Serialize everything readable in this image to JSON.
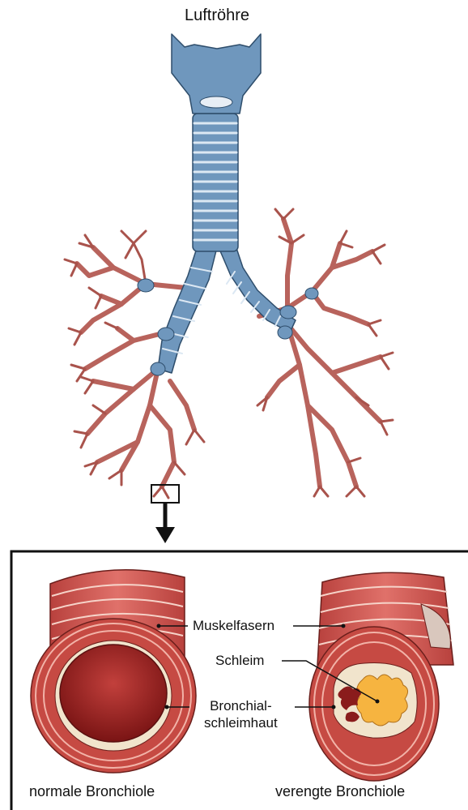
{
  "title": "Luftröhre",
  "labels": {
    "muscle": "Muskelfasern",
    "mucus": "Schleim",
    "mucosa_line1": "Bronchial-",
    "mucosa_line2": "schleimhaut"
  },
  "captions": {
    "normal": "normale Bronchiole",
    "narrowed": "verengte Bronchiole"
  },
  "colors": {
    "cartilage": "#6f97bd",
    "airway": "#b8635c",
    "muscle": "#c44a46",
    "lumen_normal": "#8a1c1c",
    "mucus": "#f6b440",
    "lining": "#f1e4cc"
  }
}
